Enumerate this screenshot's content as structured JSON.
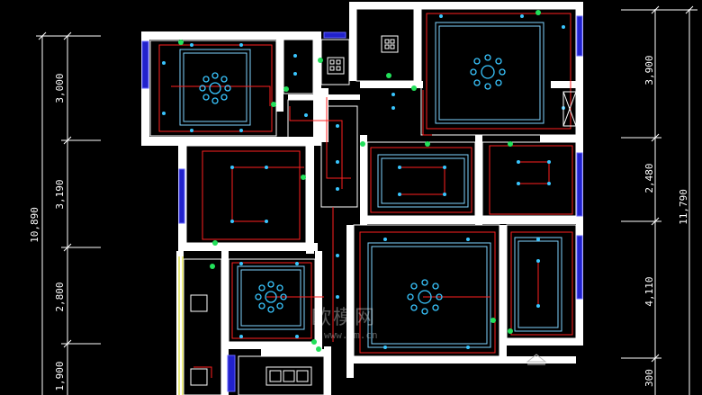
{
  "dimensions": {
    "left_total": "10,890",
    "left_segments": [
      "3,000",
      "3,190",
      "2,800",
      "1,900"
    ],
    "right_total": "11,790",
    "right_segments": [
      "3,900",
      "2,480",
      "4,110",
      "300"
    ]
  },
  "watermark": {
    "logo_text": "欧模网",
    "url_text": "www.om.cn"
  },
  "colors": {
    "background": "#000000",
    "walls": "#ffffff",
    "ceiling_outline": "#ffffff",
    "light_strip": "#ff2020",
    "inner_line": "#7fd4ff",
    "lamp": "#39c6ff",
    "switch_node": "#22e05a",
    "window": "#2222cc",
    "dimension_line": "#ffffff",
    "door_frame": "#d7d700"
  }
}
